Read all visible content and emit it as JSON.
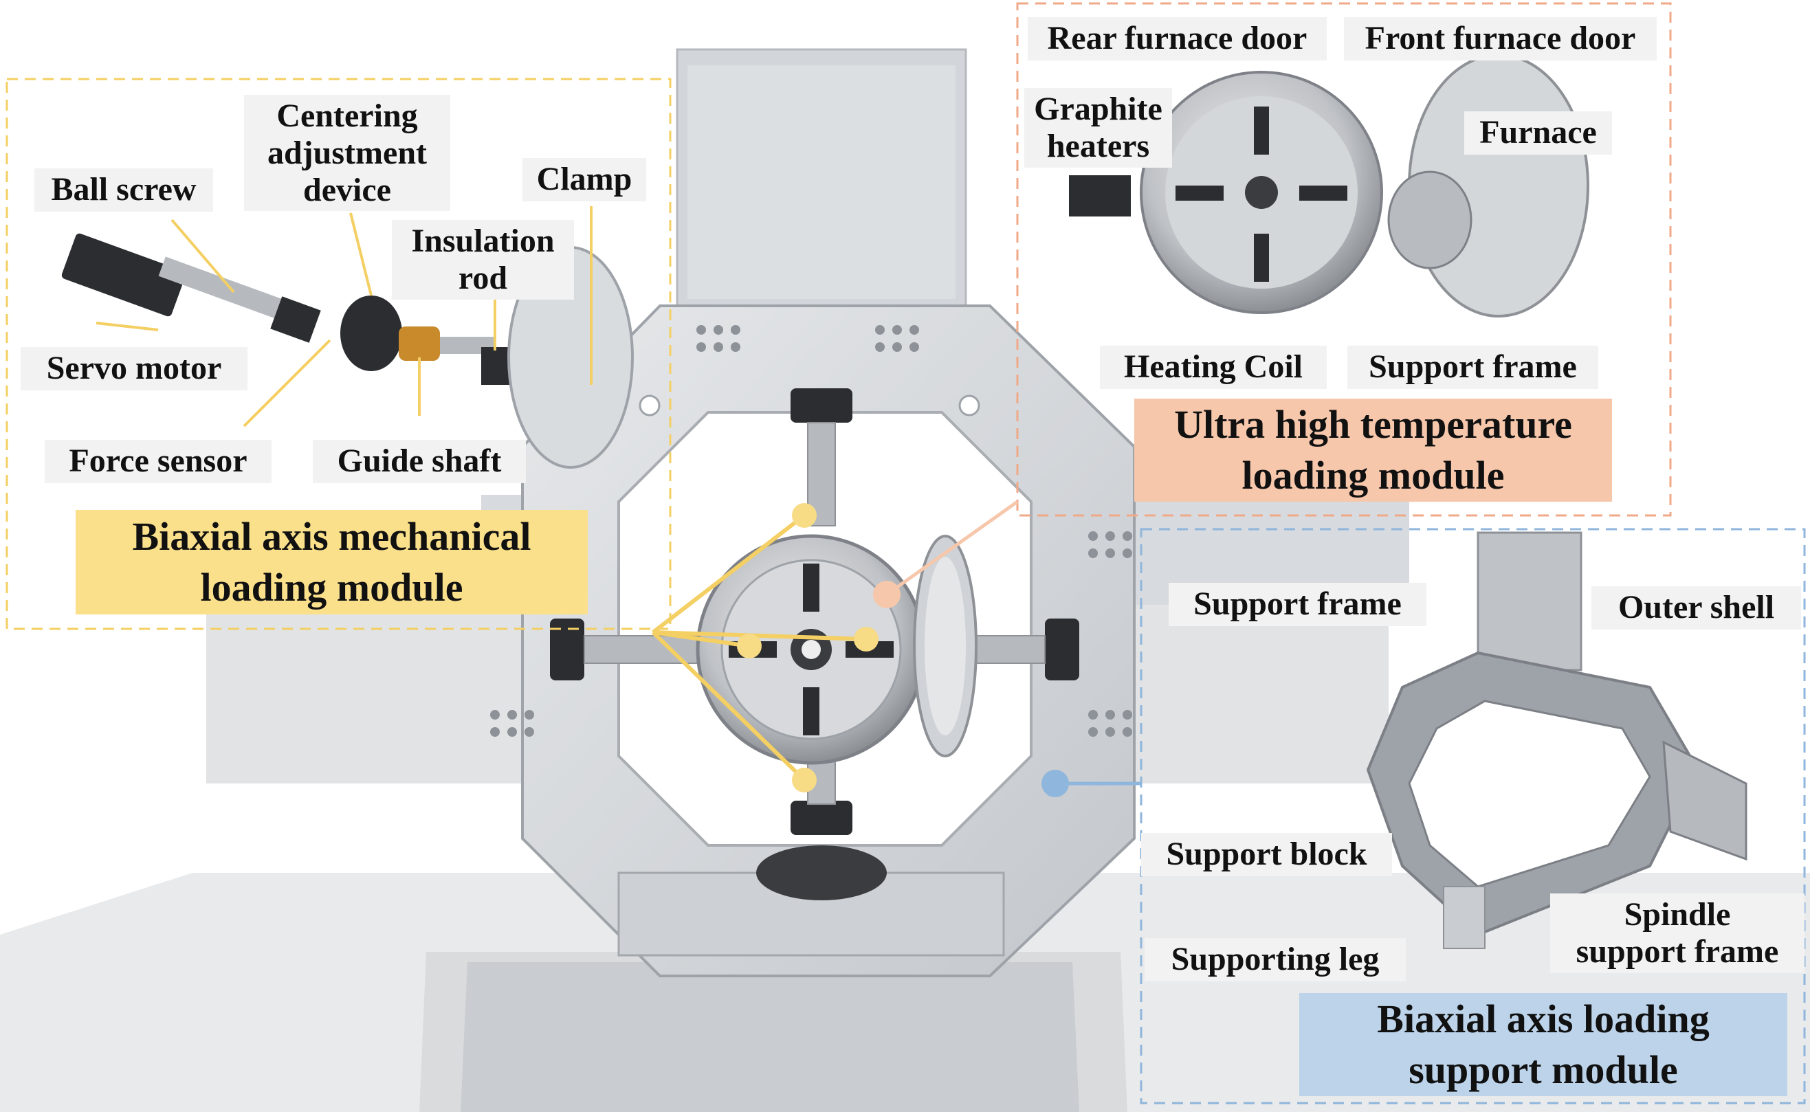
{
  "colors": {
    "mechanical": "#fbe08c",
    "temperature": "#f6c7ab",
    "support": "#bcd3ea",
    "label_bg": "#f2f2f2",
    "frame_metal": "#cfd2d6"
  },
  "mechanical_module": {
    "title": "Biaxial axis mechanical\nloading module",
    "labels": {
      "ball_screw": "Ball screw",
      "centering": "Centering\nadjustment\ndevice",
      "clamp": "Clamp",
      "insulation_rod": "Insulation\nrod",
      "servo_motor": "Servo motor",
      "force_sensor": "Force sensor",
      "guide_shaft": "Guide shaft"
    }
  },
  "temperature_module": {
    "title": "Ultra high temperature\nloading module",
    "labels": {
      "rear_door": "Rear furnace door",
      "front_door": "Front furnace door",
      "graphite_heaters": "Graphite\nheaters",
      "furnace": "Furnace",
      "heating_coil": "Heating Coil",
      "support_frame": "Support frame"
    }
  },
  "support_module": {
    "title": "Biaxial axis loading\nsupport module",
    "labels": {
      "support_frame": "Support frame",
      "outer_shell": "Outer shell",
      "support_block": "Support block",
      "spindle_support": "Spindle\nsupport frame",
      "supporting_leg": "Supporting leg"
    }
  }
}
